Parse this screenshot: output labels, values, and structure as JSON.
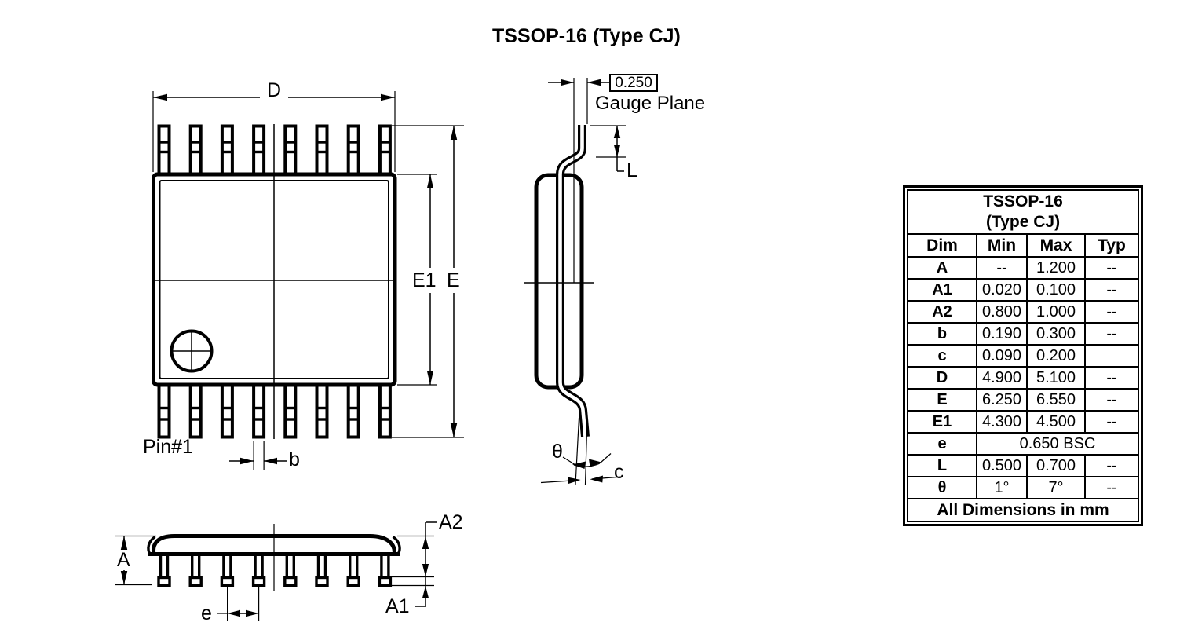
{
  "page_title": "TSSOP-16 (Type CJ)",
  "top_view": {
    "dim_d": "D",
    "dim_e1": "E1",
    "dim_e": "E",
    "pin1_label": "Pin#1",
    "dim_b": "b"
  },
  "side_view": {
    "gauge_value": "0.250",
    "gauge_plane_label": "Gauge Plane",
    "dim_l": "L",
    "dim_theta": "θ",
    "dim_c": "c"
  },
  "front_view": {
    "dim_a": "A",
    "dim_a2": "A2",
    "dim_a1": "A1",
    "dim_e_pitch": "e"
  },
  "table": {
    "title_line1": "TSSOP-16",
    "title_line2": "(Type CJ)",
    "headers": {
      "dim": "Dim",
      "min": "Min",
      "max": "Max",
      "typ": "Typ"
    },
    "rows": [
      {
        "dim": "A",
        "min": "--",
        "max": "1.200",
        "typ": "--"
      },
      {
        "dim": "A1",
        "min": "0.020",
        "max": "0.100",
        "typ": "--"
      },
      {
        "dim": "A2",
        "min": "0.800",
        "max": "1.000",
        "typ": "--"
      },
      {
        "dim": "b",
        "min": "0.190",
        "max": "0.300",
        "typ": "--"
      },
      {
        "dim": "c",
        "min": "0.090",
        "max": "0.200",
        "typ": ""
      },
      {
        "dim": "D",
        "min": "4.900",
        "max": "5.100",
        "typ": "--"
      },
      {
        "dim": "E",
        "min": "6.250",
        "max": "6.550",
        "typ": "--"
      },
      {
        "dim": "E1",
        "min": "4.300",
        "max": "4.500",
        "typ": "--"
      },
      {
        "dim": "e",
        "span": "0.650 BSC"
      },
      {
        "dim": "L",
        "min": "0.500",
        "max": "0.700",
        "typ": "--"
      },
      {
        "dim": "θ",
        "min": "1°",
        "max": "7°",
        "typ": "--"
      }
    ],
    "footer": "All Dimensions in mm"
  },
  "colors": {
    "line": "#000000",
    "background": "#ffffff"
  }
}
